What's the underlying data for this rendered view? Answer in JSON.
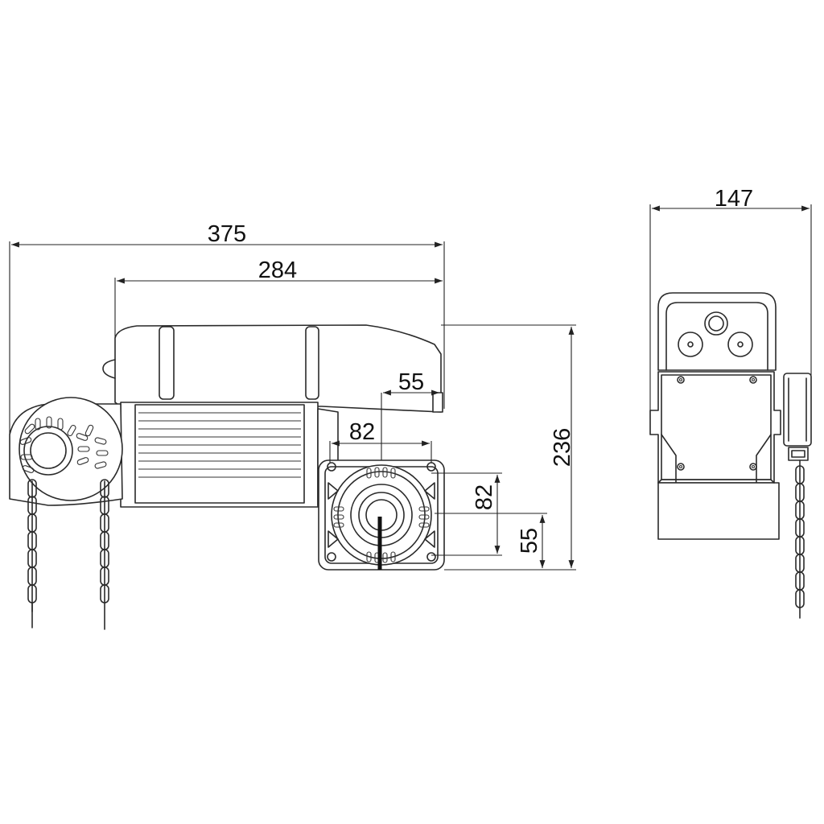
{
  "dimensions": {
    "overall_length": "375",
    "motor_length": "284",
    "height": "236",
    "shaft_offset_top": "55",
    "flange_width": "82",
    "flange_height": "82",
    "shaft_offset_bottom": "55",
    "side_width": "147"
  }
}
